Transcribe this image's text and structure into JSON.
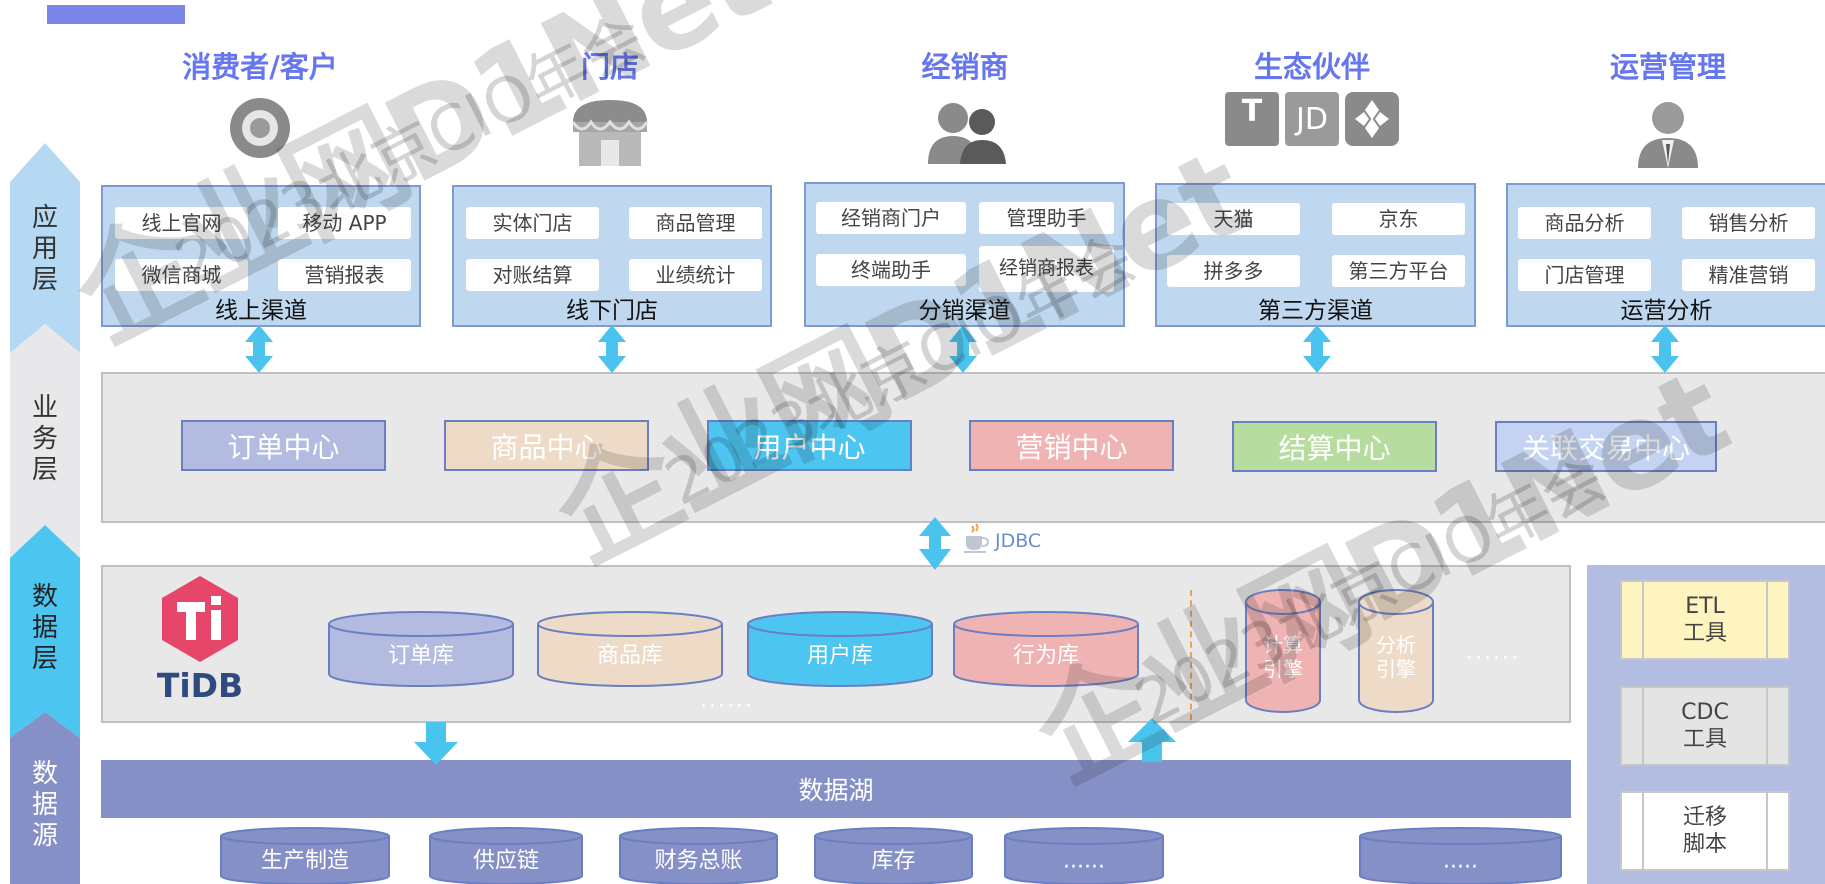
{
  "stakeholders": [
    {
      "title": "消费者/客户",
      "icon": "user-avatar-icon"
    },
    {
      "title": "门店",
      "icon": "store-awning-icon"
    },
    {
      "title": "经销商",
      "icon": "people-group-icon"
    },
    {
      "title": "生态伙伴",
      "icon": "partner-logos-icon",
      "logos": [
        "T",
        "JD"
      ]
    },
    {
      "title": "运营管理",
      "icon": "manager-avatar-icon"
    }
  ],
  "channels": [
    {
      "label": "线上渠道",
      "items": [
        "线上官网",
        "移动 APP",
        "微信商城",
        "营销报表"
      ]
    },
    {
      "label": "线下门店",
      "items": [
        "实体门店",
        "商品管理",
        "对账结算",
        "业绩统计"
      ]
    },
    {
      "label": "分销渠道",
      "items": [
        "经销商门户",
        "管理助手",
        "终端助手",
        "经销商报表"
      ]
    },
    {
      "label": "第三方渠道",
      "items": [
        "天猫",
        "京东",
        "拼多多",
        "第三方平台"
      ]
    },
    {
      "label": "运营分析",
      "items": [
        "商品分析",
        "销售分析",
        "门店管理",
        "精准营销"
      ]
    }
  ],
  "business_centers": [
    {
      "label": "订单中心",
      "color": "#b3bce0"
    },
    {
      "label": "商品中心",
      "color": "#eddbc8"
    },
    {
      "label": "用户中心",
      "color": "#4cc5f1"
    },
    {
      "label": "营销中心",
      "color": "#f0b3b3"
    },
    {
      "label": "结算中心",
      "color": "#b6dd9f"
    },
    {
      "label": "关联交易中心",
      "color": "#c3d3f1"
    }
  ],
  "connector": {
    "label": "JDBC",
    "icon": "java-cup-icon"
  },
  "tidb": {
    "logo_text": "TiDB",
    "logo_color": "#e6466a"
  },
  "databases": [
    {
      "label": "订单库",
      "color": "#b3bce0"
    },
    {
      "label": "商品库",
      "color": "#eddbc8"
    },
    {
      "label": "用户库",
      "color": "#4cc5f1"
    },
    {
      "label": "行为库",
      "color": "#f0b3b3"
    }
  ],
  "db_more": "......",
  "engines": [
    {
      "label": "计算\n引擎",
      "color": "#f0b3b3"
    },
    {
      "label": "分析\n引擎",
      "color": "#eddbc8"
    }
  ],
  "engine_more": "......",
  "data_lake": "数据湖",
  "sources": [
    "生产制造",
    "供应链",
    "财务总账",
    "库存",
    "......",
    "....."
  ],
  "tools": [
    {
      "label": "ETL\n工具",
      "color": "#fdf4c0"
    },
    {
      "label": "CDC\n工具",
      "color": "#e4e4e4"
    },
    {
      "label": "迁移\n脚本",
      "color": "#ffffff"
    }
  ],
  "layers": [
    {
      "label": "应\n用\n层",
      "color": "#b6d9f3"
    },
    {
      "label": "业\n务\n层",
      "color": "#e8e8ea"
    },
    {
      "label": "数\n据\n层",
      "color": "#4cc5f1"
    },
    {
      "label": "数\n据\n源",
      "color": "#8590c6"
    }
  ],
  "watermarks": {
    "brand": "企业网D1Net",
    "event": "2023北京CIO年会"
  },
  "colors": {
    "accent_title": "#6677ee",
    "arrow": "#4bc3ef",
    "channel_bg": "#bfd7ef",
    "lake": "#8590c6"
  }
}
